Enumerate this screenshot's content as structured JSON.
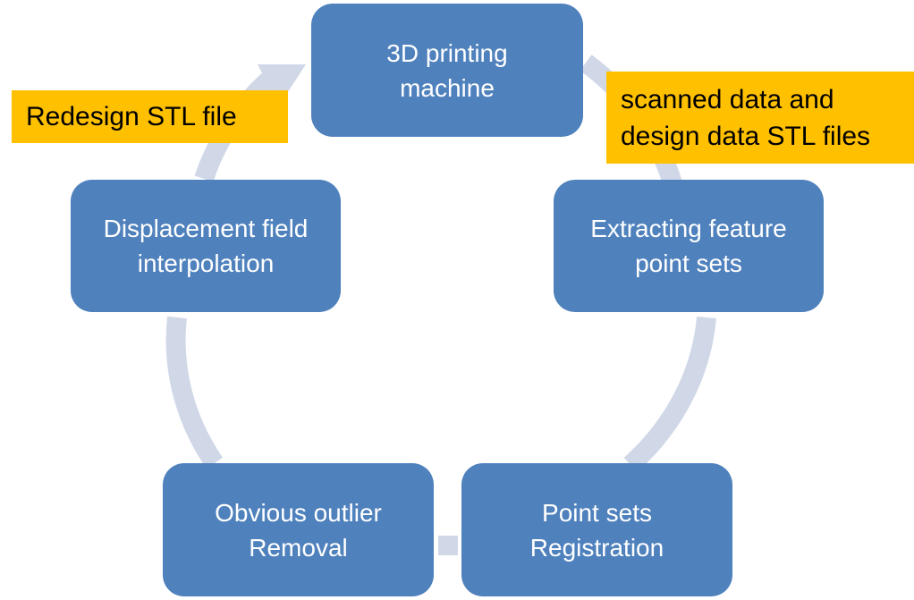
{
  "diagram": {
    "type": "cycle",
    "colors": {
      "node_fill": "#4f81bd",
      "node_text": "#ffffff",
      "arrow": "#d0d8e8",
      "callout_fill": "#ffc000",
      "callout_text": "#000000"
    },
    "nodes": [
      {
        "line1": "3D printing",
        "line2": "machine"
      },
      {
        "line1": "Extracting feature",
        "line2": "point sets"
      },
      {
        "line1": "Point sets",
        "line2": "Registration"
      },
      {
        "line1": "Obvious outlier",
        "line2": "Removal"
      },
      {
        "line1": "Displacement field",
        "line2": "interpolation"
      }
    ],
    "callouts": {
      "redesign": {
        "line1": "Redesign STL file"
      },
      "scanned": {
        "line1": "scanned data and",
        "line2": "design data STL files"
      }
    }
  }
}
